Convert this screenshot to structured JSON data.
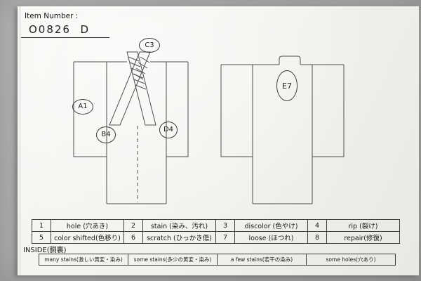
{
  "header": {
    "item_number_label": "Item Number :",
    "item_number_value": "O0826  D"
  },
  "annotations": {
    "a1": "A1",
    "b4": "B4",
    "c3": "C3",
    "d4": "D4",
    "e7": "E7"
  },
  "defect_table": {
    "rows": [
      [
        "1",
        "hole (穴あき)",
        "2",
        "stain (染み、汚れ)",
        "3",
        "discolor (色やけ)",
        "4",
        "rip (裂け)"
      ],
      [
        "5",
        "color shifted(色移り)",
        "6",
        "scratch (ひっかき傷)",
        "7",
        "loose (ほつれ)",
        "8",
        "repair(修復)"
      ]
    ]
  },
  "inside_section": {
    "label": "INSIDE(胴裏)",
    "cells": [
      "many stains(激しい黄変・染み)",
      "some stains(多少の黄変・染み)",
      "a few stains(若干の染み)",
      "some holes(穴あり)"
    ]
  },
  "drawings": {
    "left": "kimono-front-view",
    "right": "kimono-back-view"
  },
  "colors": {
    "background": "#a9a9a7",
    "paper": "#f2f1ed",
    "line": "#4f4f4f"
  }
}
